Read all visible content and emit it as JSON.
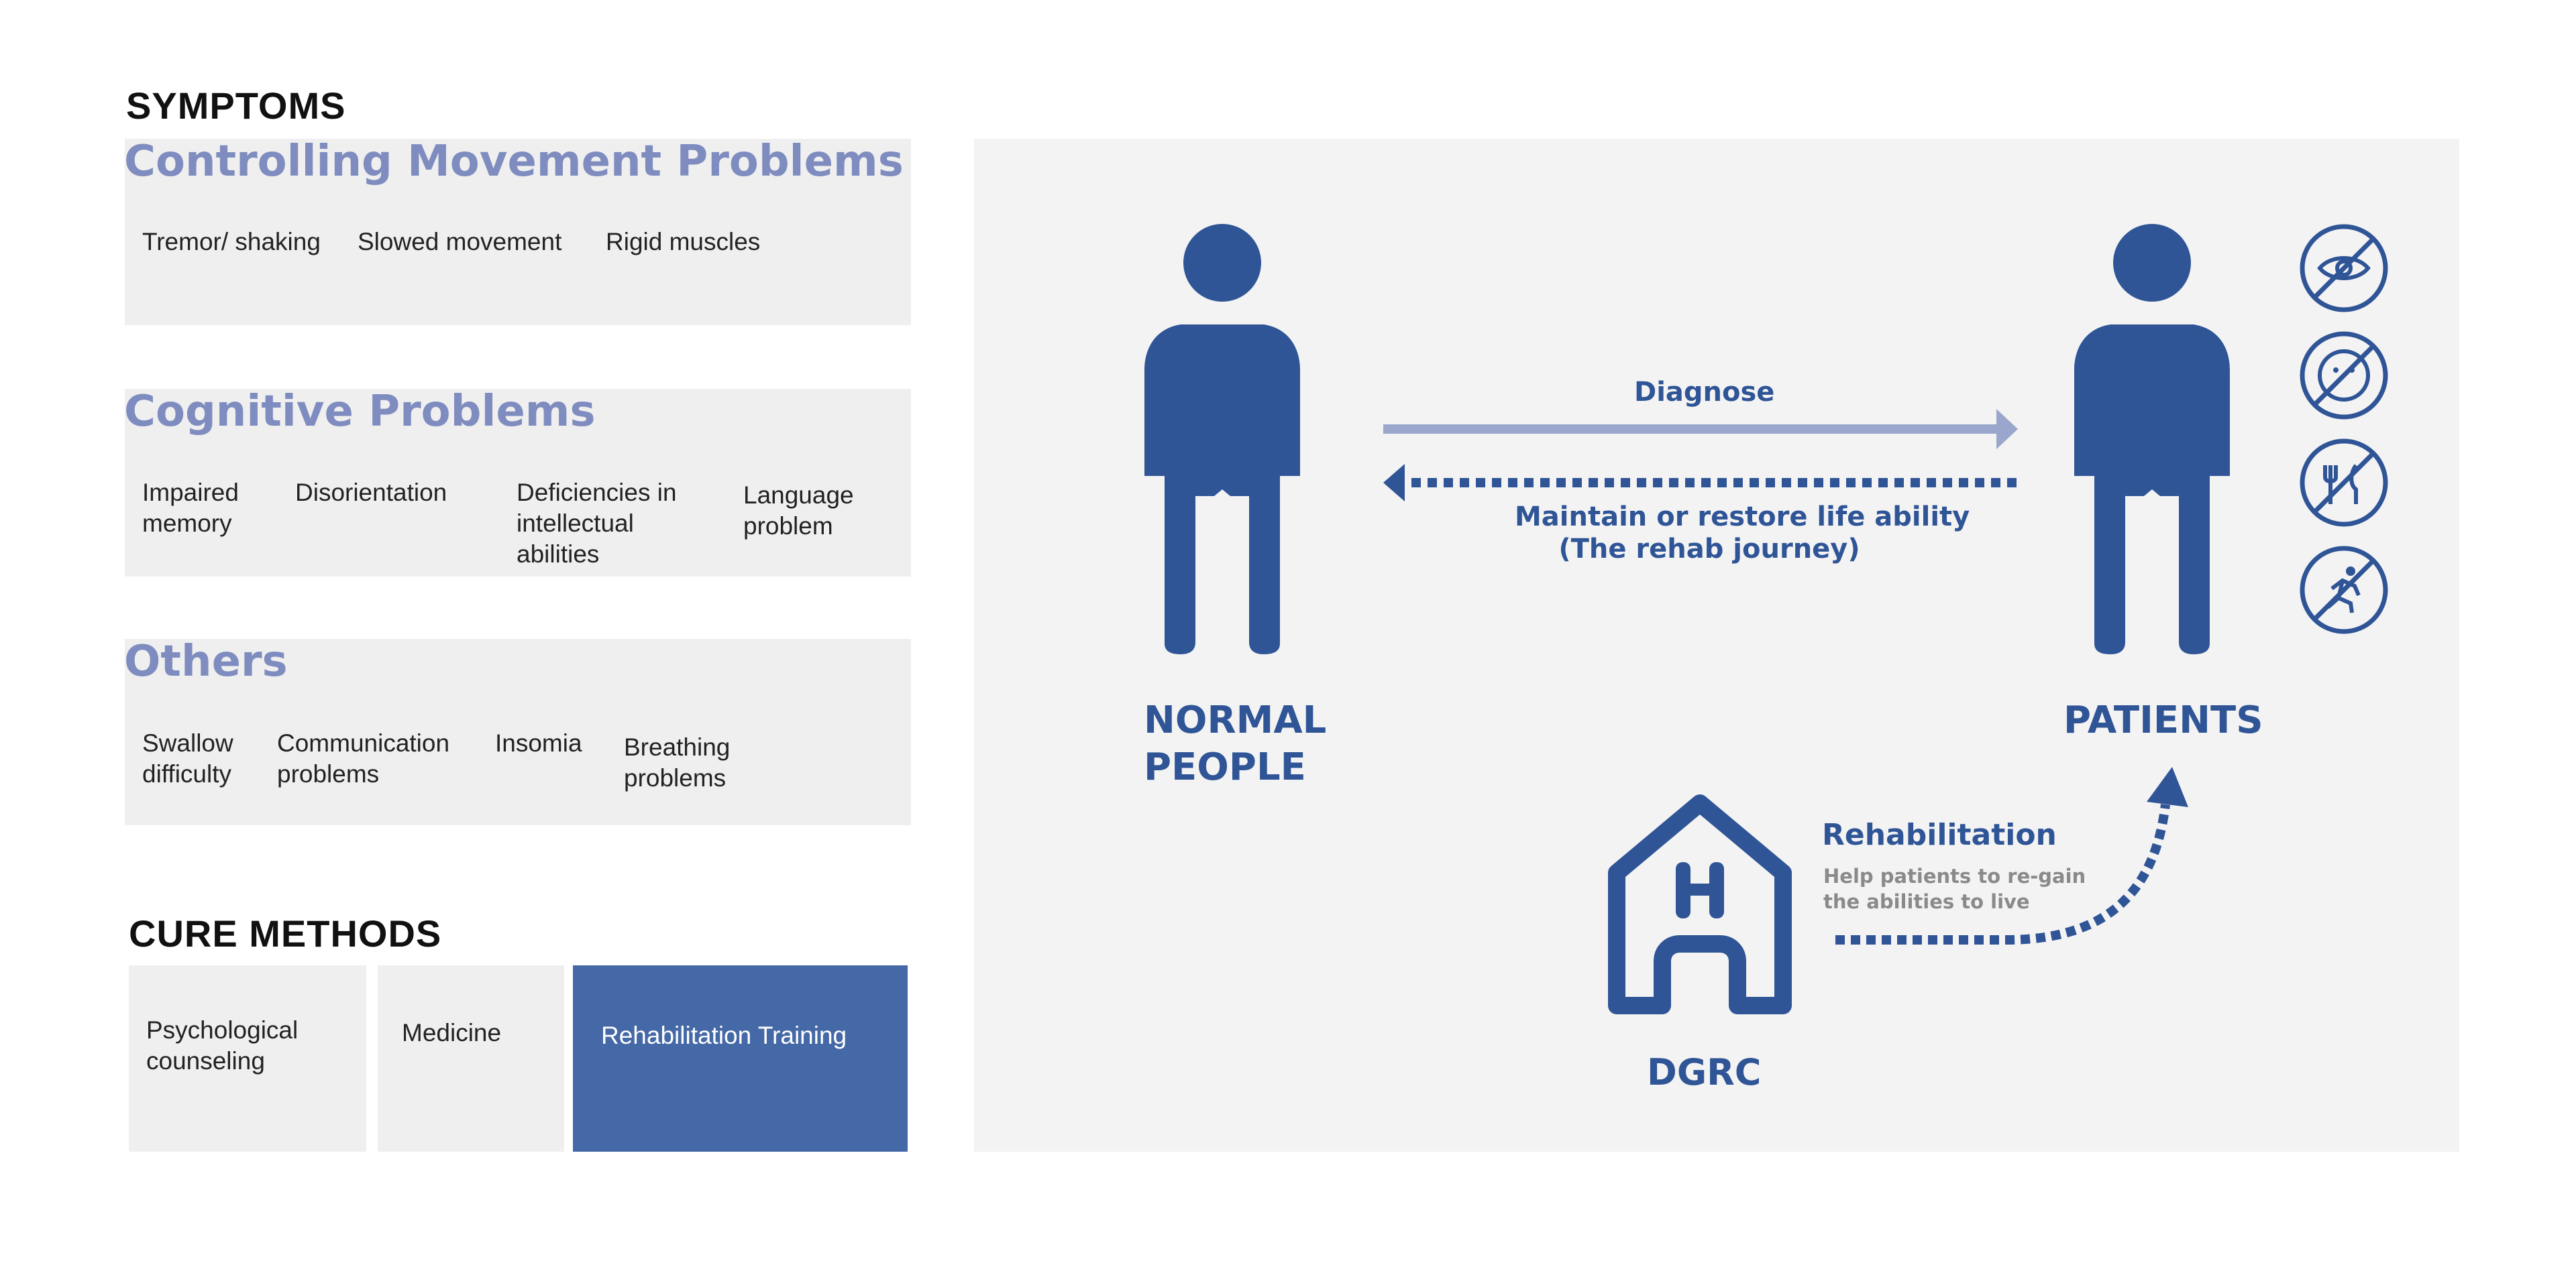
{
  "symptoms": {
    "heading": "SYMPTOMS",
    "categories": [
      {
        "title": "Controlling Movement Problems",
        "items": [
          "Tremor/ shaking",
          "Slowed movement",
          "Rigid muscles"
        ]
      },
      {
        "title": "Cognitive Problems",
        "items": [
          "Impaired memory",
          "Disorientation",
          "Deficiencies in intellectual abilities",
          "Language problem"
        ]
      },
      {
        "title": "Others",
        "items": [
          "Swallow difficulty",
          "Communication problems",
          "Insomia",
          "Breathing problems"
        ]
      }
    ]
  },
  "cure_methods": {
    "heading": "CURE METHODS",
    "items": [
      "Psychological counseling",
      "Medicine",
      "Rehabilitation Training"
    ],
    "active_index": 2
  },
  "diagram": {
    "left_figure_label": "NORMAL PEOPLE",
    "right_figure_label": "PATIENTS",
    "diagnose_label": "Diagnose",
    "return_label_line1": "Maintain or restore life ability",
    "return_label_line2": "(The rehab journey)",
    "center_label": "DGRC",
    "rehab_title": "Rehabilitation",
    "rehab_desc_line1": "Help patients to re-gain",
    "rehab_desc_line2": "the abilities to live",
    "side_icons": [
      "eye-slash-icon",
      "face-slash-icon",
      "utensils-slash-icon",
      "running-slash-icon"
    ]
  },
  "colors": {
    "primary_blue": "#2f5597",
    "accent_blue": "#4568a6",
    "light_arrow": "#9aa6cc",
    "category_title": "#7f8cbf",
    "panel_grey": "#efefef",
    "diagram_bg": "#f3f3f3"
  }
}
